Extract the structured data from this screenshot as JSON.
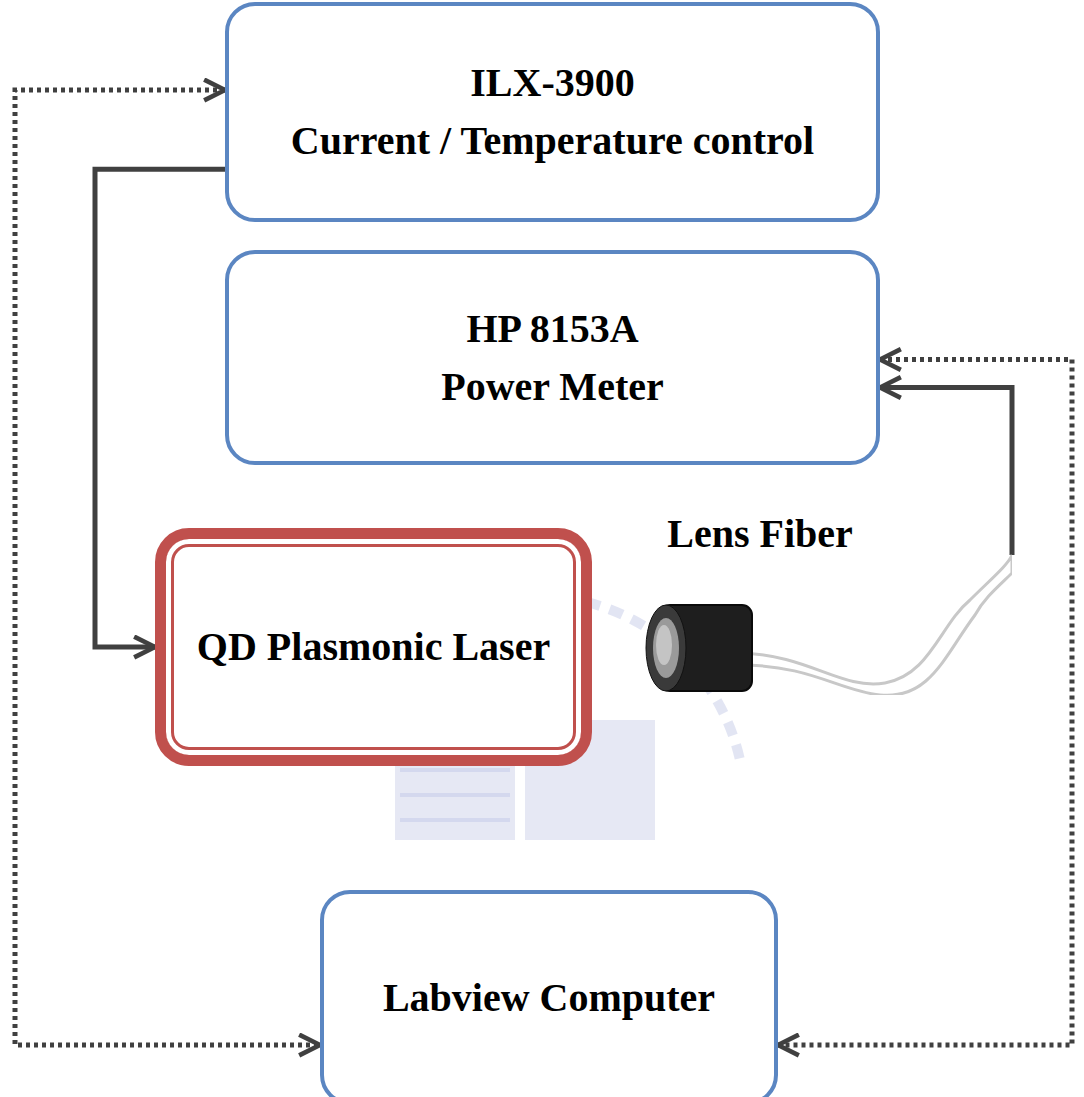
{
  "diagram": {
    "nodes": [
      {
        "text": [
          "ILX-3900",
          "Current / Temperature control"
        ]
      },
      {
        "text": [
          "HP 8153A",
          "Power Meter"
        ]
      },
      {
        "text": [
          "QD Plasmonic Laser"
        ]
      },
      {
        "text": [
          "Lens Fiber"
        ]
      },
      {
        "text": [
          "Labview Computer"
        ]
      }
    ],
    "edges": [
      {
        "from": 0,
        "to": 2,
        "arrow": "to"
      },
      {
        "from": 3,
        "to": 1,
        "arrow": "to"
      },
      {
        "from": 0,
        "to": 4,
        "arrow": "both"
      },
      {
        "from": 1,
        "to": 4,
        "arrow": "both"
      }
    ]
  }
}
